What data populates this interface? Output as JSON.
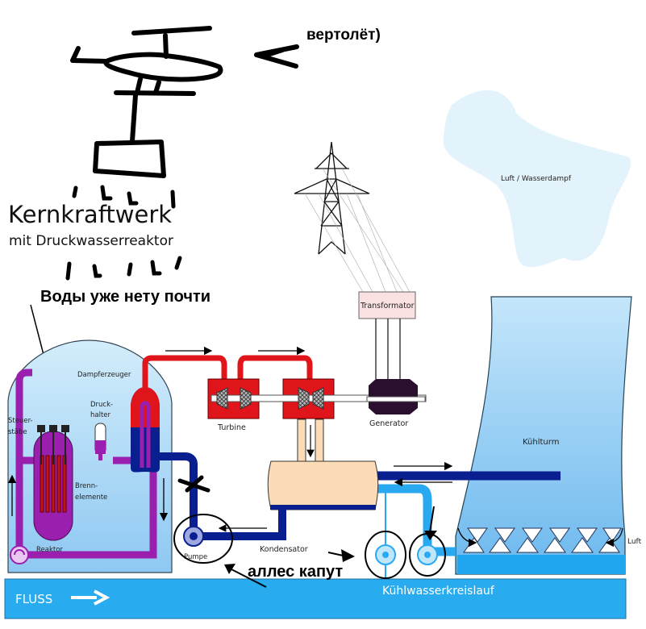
{
  "title": {
    "main": "Kernkraftwerk",
    "sub": "mit Druckwasserreaktor"
  },
  "annotations": {
    "helicopter": "вертолёт)",
    "water_low": "Воды уже нету почти",
    "broken": "аллес капут"
  },
  "labels": {
    "steam_cloud": "Luft / Wasserdampf",
    "transformer": "Transformator",
    "steam_generator": "Dampferzeuger",
    "pressurizer_1": "Druck-",
    "pressurizer_2": "halter",
    "control_rods_1": "Steuer-",
    "control_rods_2": "stäbe",
    "fuel_elements_1": "Brenn-",
    "fuel_elements_2": "elemente",
    "reactor": "Reaktor",
    "turbine": "Turbine",
    "generator": "Generator",
    "pump": "Pumpe",
    "condenser": "Kondensator",
    "cooling_tower": "Kühlturm",
    "air": "Luft",
    "river": "FLUSS",
    "cooling_circuit": "Kühlwasserkreislauf"
  },
  "colors": {
    "primary_loop": "#9b1fae",
    "steam": "#e0151b",
    "feedwater": "#0a1f8f",
    "cooling_water": "#29a9ef",
    "containment": "#bfe3f7",
    "condenser": "#fcdcb6",
    "generator": "#2a0f2e",
    "transformer": "#fbe1e1",
    "river": "#29abef",
    "cloud": "#e2f3fc"
  }
}
